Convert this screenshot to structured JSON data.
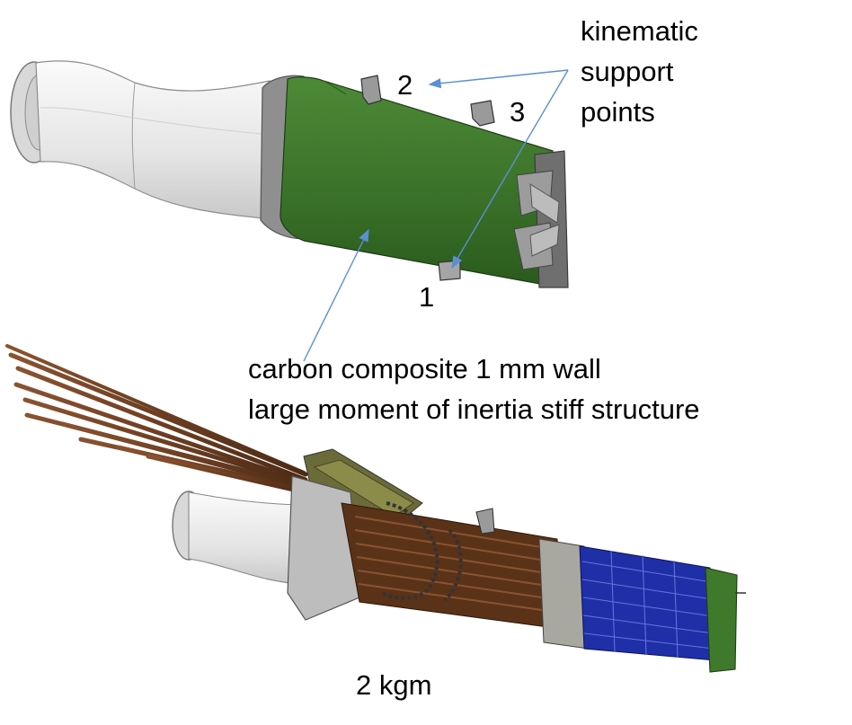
{
  "labels": {
    "kinematic_title": [
      "kinematic",
      "support",
      "points"
    ],
    "point_1": "1",
    "point_2": "2",
    "point_3": "3",
    "caption_line1": "carbon composite 1 mm wall",
    "caption_line2": "large moment of inertia stiff structure",
    "mass_label": "2 kgm"
  },
  "colors": {
    "composite_shell": "#3f7a2c",
    "composite_shell_dark": "#24501a",
    "duct": "#e6e6e6",
    "flange": "#9a9a9a",
    "arrow": "#5b8fd3",
    "cable": "#6b3a1e",
    "modules": "#1f2fa8",
    "foam": "#a8a8a0"
  },
  "icons": [
    "pointer-arrow",
    "support-bracket"
  ]
}
